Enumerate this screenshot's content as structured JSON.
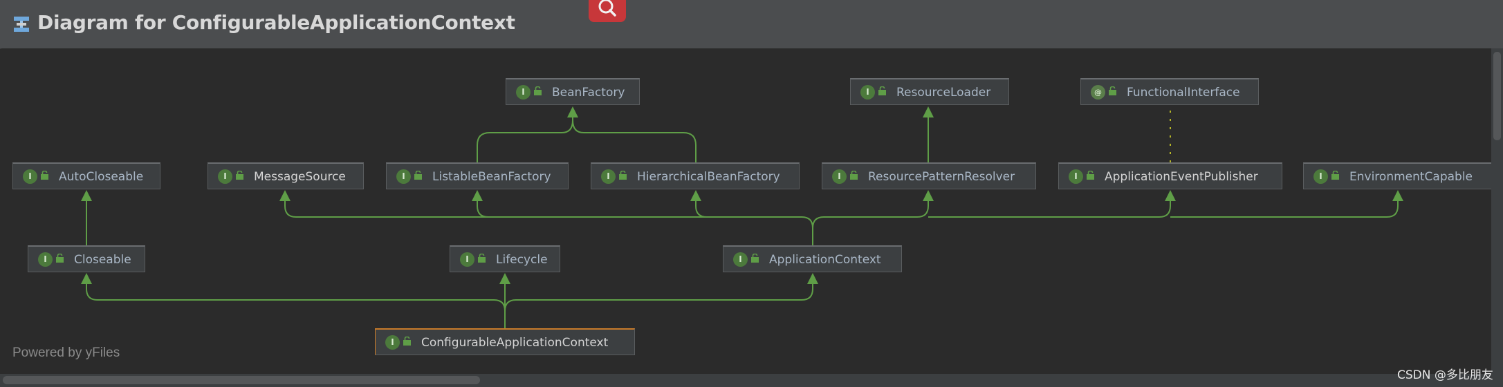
{
  "window": {
    "title": "Diagram for ConfigurableApplicationContext"
  },
  "footer": {
    "powered_by": "Powered by yFiles"
  },
  "watermark": "CSDN @多比朋友",
  "colors": {
    "edge": "#5f9e47",
    "selected": "#c87b2a",
    "badge": "#4c7a3c"
  },
  "nodes": {
    "bean_factory": {
      "label": "BeanFactory",
      "badge": "I"
    },
    "resource_loader": {
      "label": "ResourceLoader",
      "badge": "I"
    },
    "functional_interface": {
      "label": "FunctionalInterface",
      "badge": "@"
    },
    "auto_closeable": {
      "label": "AutoCloseable",
      "badge": "I"
    },
    "message_source": {
      "label": "MessageSource",
      "badge": "I"
    },
    "listable_bean_factory": {
      "label": "ListableBeanFactory",
      "badge": "I"
    },
    "hierarchical_bean_factory": {
      "label": "HierarchicalBeanFactory",
      "badge": "I"
    },
    "resource_pattern_resolver": {
      "label": "ResourcePatternResolver",
      "badge": "I"
    },
    "application_event_publisher": {
      "label": "ApplicationEventPublisher",
      "badge": "I"
    },
    "environment_capable": {
      "label": "EnvironmentCapable",
      "badge": "I"
    },
    "closeable": {
      "label": "Closeable",
      "badge": "I"
    },
    "lifecycle": {
      "label": "Lifecycle",
      "badge": "I"
    },
    "application_context": {
      "label": "ApplicationContext",
      "badge": "I"
    },
    "configurable_application_context": {
      "label": "ConfigurableApplicationContext",
      "badge": "I"
    }
  }
}
